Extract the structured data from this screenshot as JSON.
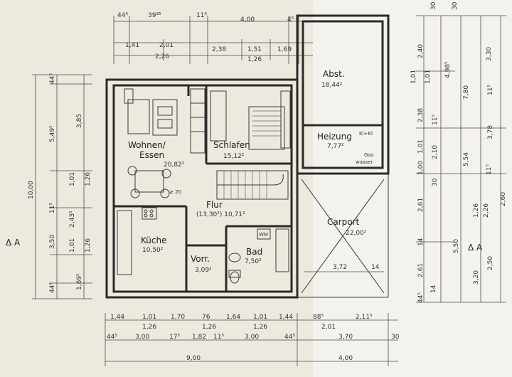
{
  "rooms": {
    "wohnen": {
      "name": "Wohnen/",
      "name2": "Essen",
      "area": "20,82²"
    },
    "schlafen": {
      "name": "Schlafen",
      "area": "15,12²"
    },
    "abst": {
      "name": "Abst.",
      "area": "18,44²"
    },
    "heizung": {
      "name": "Heizung",
      "area": "7,77²"
    },
    "flur": {
      "name": "Flur",
      "area": "(13,30²) 10,71²"
    },
    "kueche": {
      "name": "Küche",
      "area": "10,50²"
    },
    "vorr": {
      "name": "Vorr.",
      "area": "3,09²"
    },
    "bad": {
      "name": "Bad",
      "area": "7,50²"
    },
    "carport": {
      "name": "Carport",
      "area": "22,00²"
    }
  },
  "fixtures": {
    "wm": "WM",
    "gas_heater": "Gas",
    "gas_heater2": "wasser",
    "heizung_tag": "Kl+Kl",
    "stairs_label": "≥ 20"
  },
  "section_marks": {
    "left": "Δ A",
    "right": "Δ A"
  },
  "top_dims": {
    "row1": [
      "44⁵",
      "39³⁵",
      "11⁵",
      "4,00",
      "4⁵"
    ],
    "row2": [
      "1,41",
      "2,01",
      "2,38",
      "1,51",
      "1,69"
    ],
    "row3": [
      "2,26",
      "1,26"
    ],
    "right_top": "30"
  },
  "bottom_dims": {
    "row1": [
      "1,44",
      "1,01",
      "1,70",
      "76",
      "1,64",
      "1,01",
      "1,44",
      "88⁵",
      "2,11⁵"
    ],
    "row2": [
      "1,26",
      "1,26",
      "1,26",
      "2,01"
    ],
    "row3": [
      "44⁵",
      "3,00",
      "17⁵",
      "1,82",
      "11⁵",
      "3,00",
      "44⁵",
      "3,70",
      "30"
    ],
    "total": "9,00",
    "total_right": "4,00",
    "carport_inner": "3,72",
    "carport_14": "14"
  },
  "left_dims": {
    "outer": "10,00",
    "col2": [
      "44⁵",
      "5,49⁵",
      "11⁵",
      "3,50",
      "44⁵"
    ],
    "col3": [
      "3,85",
      "1,01",
      "1,26",
      "2,43⁵",
      "1,01",
      "1,26",
      "1,69⁵"
    ]
  },
  "right_dims": {
    "col1": [
      "2,40",
      "1,01",
      "1,01",
      "2,38",
      "11⁵",
      "2,10",
      "1,01",
      "1,00",
      "30",
      "2,61",
      "14",
      "2,61",
      "14",
      "44⁵"
    ],
    "col2": [
      "30",
      "4,98⁵",
      "3,30",
      "7,80",
      "11⁵",
      "3,78",
      "5,54",
      "1,26",
      "2,26",
      "11⁵",
      "2,60",
      "5,50",
      "3,20",
      "2,50"
    ]
  }
}
